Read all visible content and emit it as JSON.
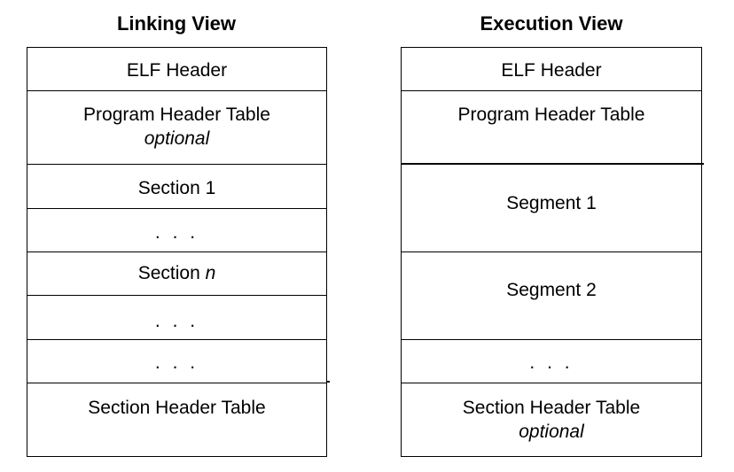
{
  "linking_view": {
    "title": "Linking View",
    "rows": [
      {
        "label": "ELF Header",
        "sub": ""
      },
      {
        "label": "Program Header Table",
        "sub": "optional"
      },
      {
        "label": "Section 1",
        "sub": ""
      },
      {
        "label": ". . .",
        "sub": ""
      },
      {
        "label": "Section ",
        "italic_suffix": "n",
        "sub": ""
      },
      {
        "label": ". . .",
        "sub": ""
      },
      {
        "label": ". . .",
        "sub": ""
      },
      {
        "label": "Section Header Table",
        "sub": ""
      }
    ]
  },
  "execution_view": {
    "title": "Execution View",
    "rows": [
      {
        "label": "ELF Header",
        "sub": ""
      },
      {
        "label": "Program Header Table",
        "sub": ""
      },
      {
        "label": "Segment 1",
        "sub": ""
      },
      {
        "label": "Segment 2",
        "sub": ""
      },
      {
        "label": ". . .",
        "sub": ""
      },
      {
        "label": "Section Header Table",
        "sub": "optional"
      }
    ]
  }
}
